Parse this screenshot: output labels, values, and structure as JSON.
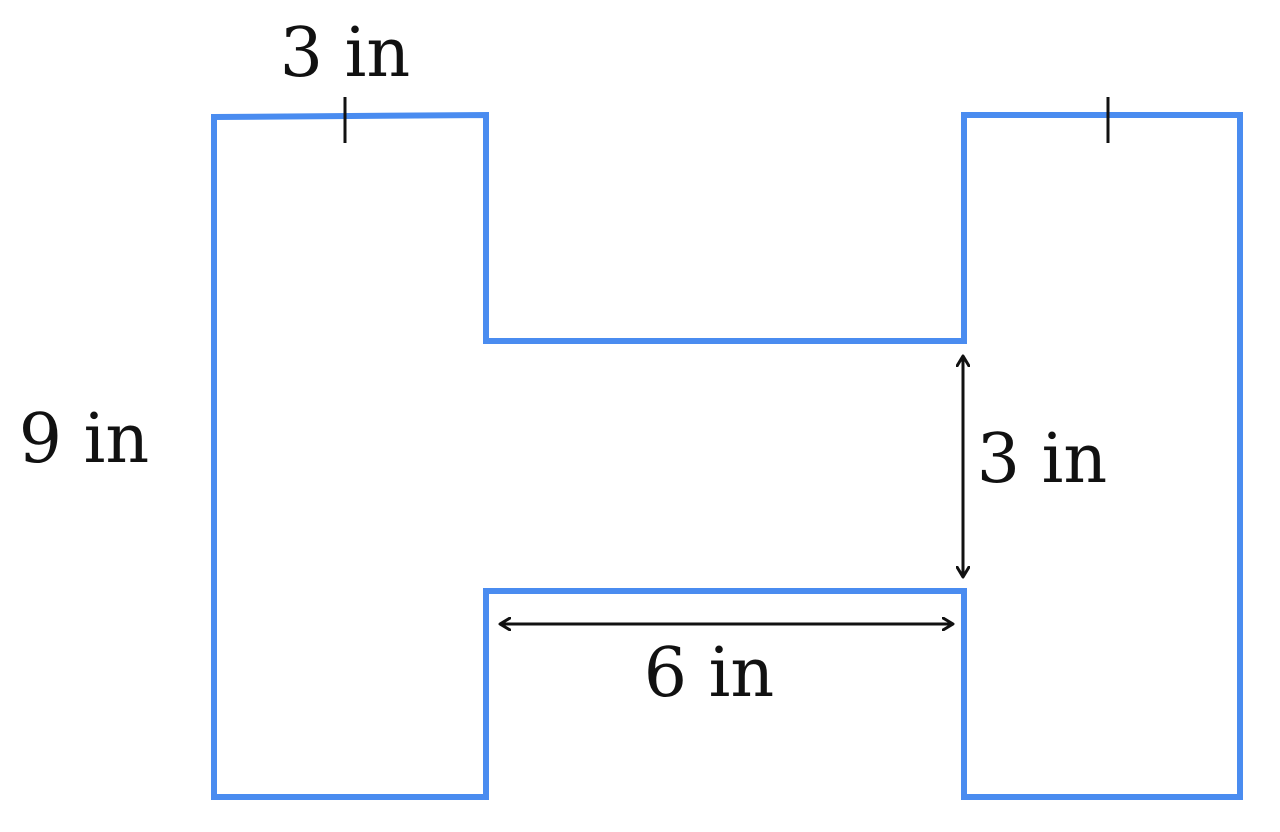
{
  "colors": {
    "outline": "#4a8cf0",
    "annotation": "#111111",
    "background": "#ffffff"
  },
  "labels": {
    "top_width": "3 in",
    "left_height": "9 in",
    "gap_height": "3 in",
    "gap_width": "6 in"
  }
}
